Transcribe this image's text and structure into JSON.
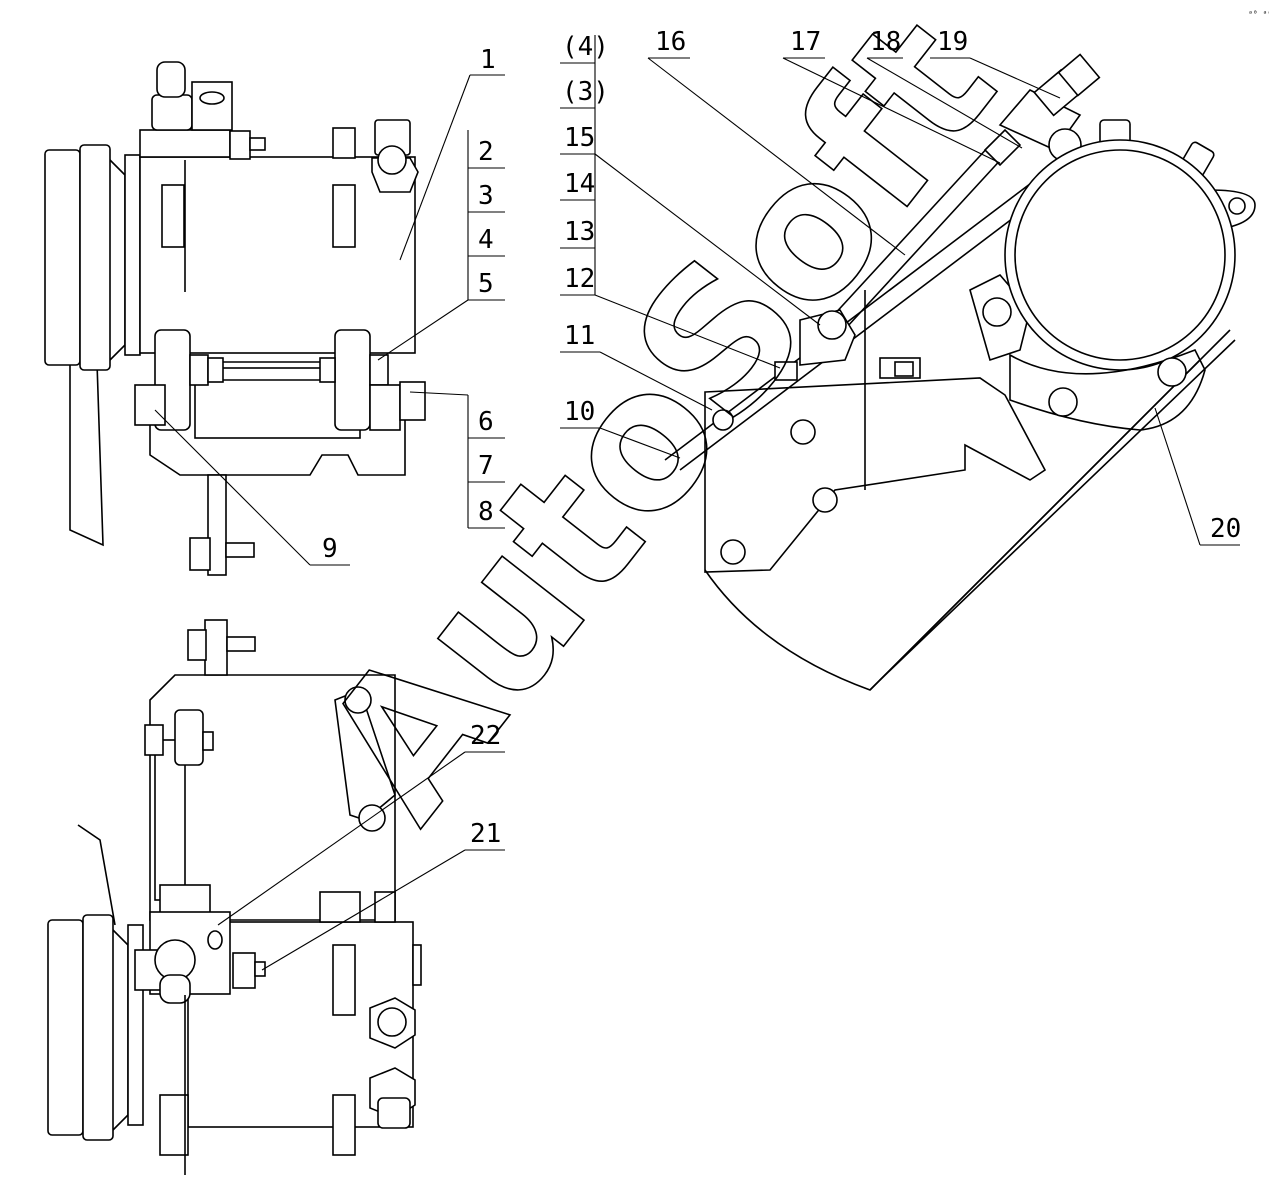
{
  "watermark": "AutoSoft",
  "corner_mark": "ᵃ⁰ ᵃᵃᵃ",
  "callouts": {
    "c1": "1",
    "c2": "2",
    "c3": "3",
    "c4": "4",
    "c5": "5",
    "c6": "6",
    "c7": "7",
    "c8": "8",
    "c9": "9",
    "c10": "10",
    "c11": "11",
    "c12": "12",
    "c13": "13",
    "c14": "14",
    "c15": "15",
    "c16": "16",
    "c17": "17",
    "c18": "18",
    "c19": "19",
    "c20": "20",
    "c21": "21",
    "c22": "22",
    "c4p": "(4)",
    "c3p": "(3)"
  }
}
